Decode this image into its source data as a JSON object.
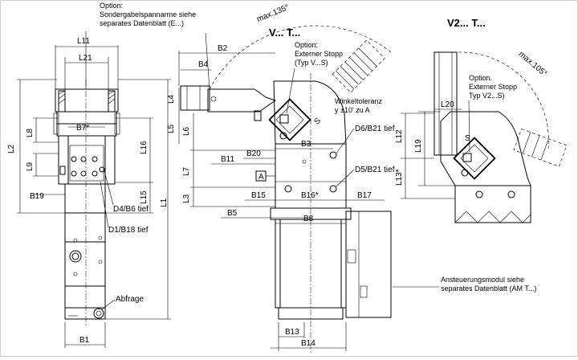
{
  "title_left": "V... T...",
  "title_right": "V2... T...",
  "angle_left": "max.135°",
  "angle_right": "max.105°",
  "notes": {
    "option_fork_1": "Option:",
    "option_fork_2": "Sondergabelspannarme siehe",
    "option_fork_3": "separates Datenblatt (E...)",
    "stop_v_1": "Option:",
    "stop_v_2": "Externer Stopp",
    "stop_v_3": "(Typ V...S)",
    "stop_v2_1": "Option.",
    "stop_v2_2": "Externer Stopp",
    "stop_v2_3": "Typ V2...S)",
    "tolerance_1": "Winkeltoleranz",
    "tolerance_2": "y ±10' zu A",
    "hole_d6": "D6/B21 tief",
    "hole_d5": "D5/B21 tief",
    "hole_d4": "D4/B6 tief",
    "hole_d1": "D1/B18 tief",
    "query": "Abfrage",
    "module_1": "Ansteuerungsmodul siehe",
    "module_2": "separates Datenblatt (AM T...)"
  },
  "dims": {
    "L11": "L11",
    "L21": "L21",
    "L2": "L2",
    "L8": "L8",
    "L9": "L9",
    "L16": "L16",
    "L15": "L15",
    "L1": "L1",
    "B7": "B7*",
    "B19": "B19",
    "B1": "B1",
    "B2": "B2",
    "B4": "B4",
    "L4": "L4",
    "L5": "L5",
    "L6": "L6",
    "L7": "L7",
    "L3": "L3",
    "B20": "B20",
    "B3": "B3",
    "B11": "B11",
    "A": "A",
    "B15": "B15",
    "B16": "B16*",
    "B17": "B17",
    "B5": "B5",
    "B8": "B8",
    "B13": "B13",
    "B14": "B14",
    "S1": "S",
    "S2": "S",
    "L20": "L20",
    "L19": "L19",
    "L12": "L12",
    "L13": "L13*"
  }
}
